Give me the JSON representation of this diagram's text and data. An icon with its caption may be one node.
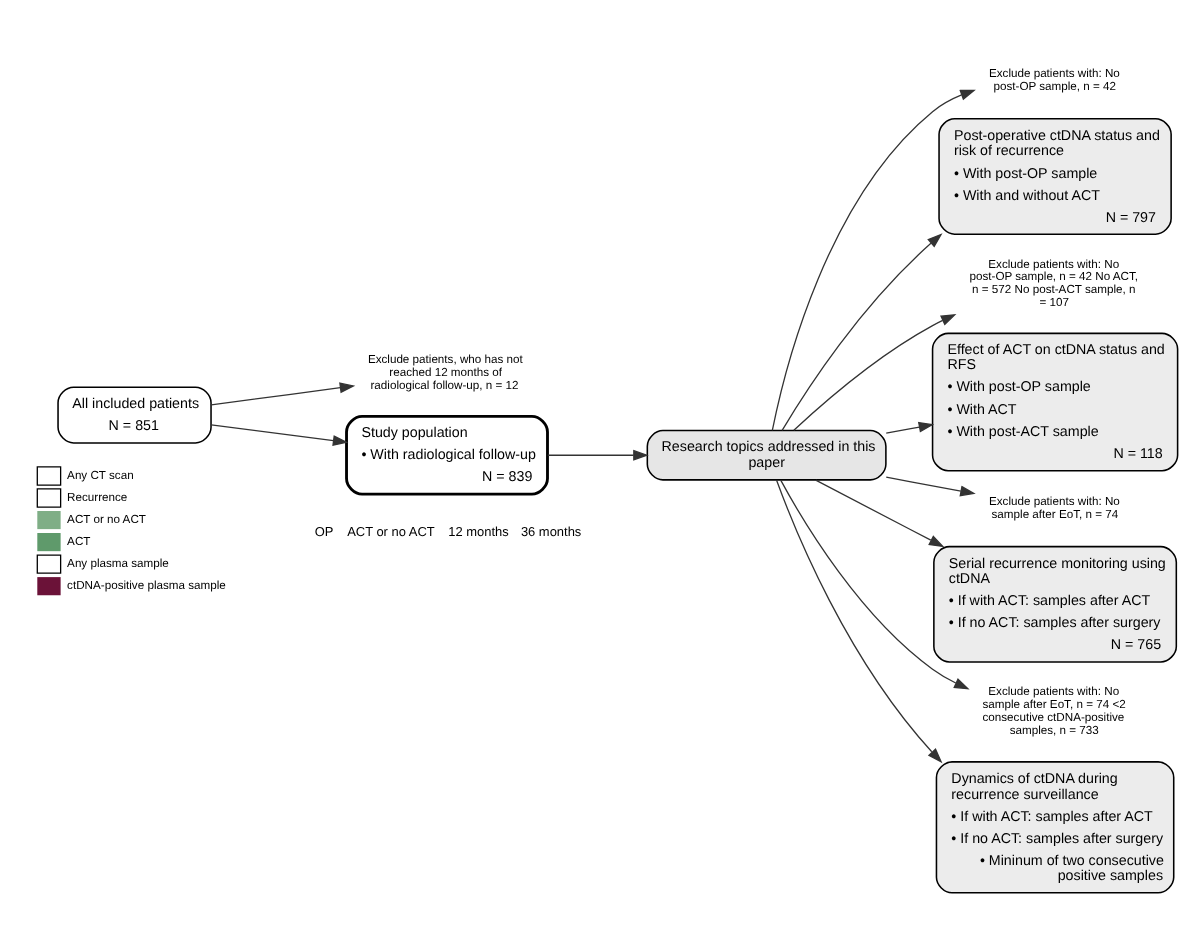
{
  "diagram": {
    "nodes": [
      {
        "text": [
          "All included patients",
          "N = 851"
        ]
      },
      {
        "text": [
          "Exclude patients, who has not reached 12 months of radiological follow-up, n = 12"
        ]
      },
      {
        "text": [
          "Research topics addressed in this paper"
        ]
      },
      {
        "text": [
          "Study population",
          "• With radiological follow-up",
          "N = 839"
        ]
      },
      {
        "text": [
          "Exclude patients with: No post-OP sample, n = 42"
        ]
      },
      {
        "text": [
          "Post-operative ctDNA status and risk of recurrence",
          "• With post-OP sample",
          "• With and without ACT",
          "N = 797"
        ]
      },
      {
        "text": [
          "Exclude patients with: No post-OP sample, n = 42 No ACT, n = 572 No post-ACT sample, n = 107"
        ]
      },
      {
        "text": [
          "Effect of ACT on ctDNA status and RFS",
          "• With post-OP sample",
          "• With ACT",
          "• With post-ACT sample",
          "N = 118"
        ]
      },
      {
        "text": [
          "Exclude patients with: No sample after EoT, n = 74"
        ]
      },
      {
        "text": [
          "Serial recurrence monitoring using ctDNA",
          "• If with ACT: samples after ACT",
          "• If no ACT: samples after surgery",
          "N = 765"
        ]
      },
      {
        "text": [
          "Exclude patients with: No sample after EoT, n = 74 <2 consecutive ctDNA-positive samples, n = 733"
        ]
      },
      {
        "text": [
          "Dynamics of ctDNA during recurrence surveillance",
          "• If with ACT: samples after ACT",
          "• If no ACT: samples after surgery",
          "• Mininum of two consecutive positive samples"
        ]
      }
    ],
    "edges": [
      {
        "from": 0,
        "to": 3,
        "arrow": "to"
      },
      {
        "from": 0,
        "to": 1,
        "arrow": "to"
      },
      {
        "from": 3,
        "to": 2,
        "arrow": "to"
      },
      {
        "from": 2,
        "to": 4,
        "arrow": "to"
      },
      {
        "from": 2,
        "to": 5,
        "arrow": "to"
      },
      {
        "from": 2,
        "to": 6,
        "arrow": "to"
      },
      {
        "from": 2,
        "to": 7,
        "arrow": "to"
      },
      {
        "from": 2,
        "to": 8,
        "arrow": "to"
      },
      {
        "from": 2,
        "to": 9,
        "arrow": "to"
      },
      {
        "from": 2,
        "to": 10,
        "arrow": "to"
      },
      {
        "from": 2,
        "to": 11,
        "arrow": "to"
      }
    ],
    "labels": [
      "OP",
      "ACT or no ACT",
      "12 months",
      "36 months"
    ],
    "legend": [
      {
        "text": "Any CT scan"
      },
      {
        "text": "Recurrence"
      },
      {
        "text": "ACT or no ACT",
        "color": "#7fae86"
      },
      {
        "text": "ACT",
        "color": "#5f9a6b"
      },
      {
        "text": "Any plasma sample"
      },
      {
        "text": "ctDNA-positive plasma sample",
        "color": "#6b1238"
      }
    ]
  }
}
